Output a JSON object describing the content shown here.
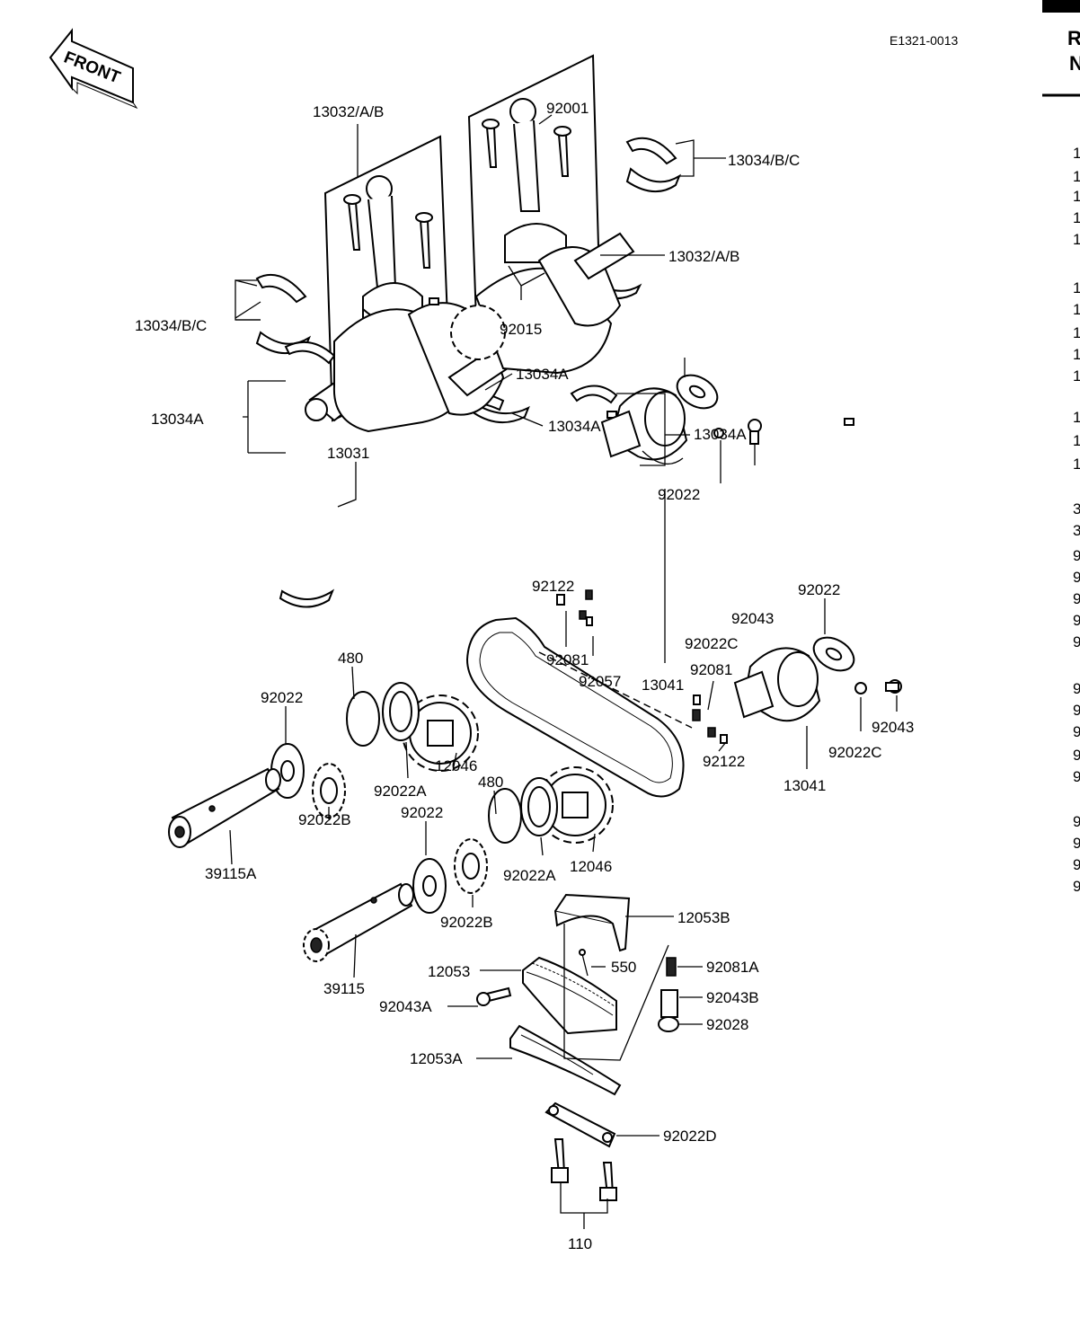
{
  "diagram": {
    "code": "E1321-0013",
    "front_label": "FRONT",
    "side_cut_text": [
      "R",
      "N"
    ],
    "side_cut_digits": [
      "1",
      "1",
      "1",
      "1",
      "1",
      "1",
      "1",
      "1",
      "1",
      "1",
      "1",
      "1",
      "1",
      "3",
      "3",
      "9",
      "9",
      "9",
      "9",
      "9",
      "9",
      "9",
      "9",
      "9",
      "9",
      "9",
      "9",
      "9",
      "9"
    ],
    "labels": [
      {
        "id": "l1",
        "text": "13032/A/B"
      },
      {
        "id": "l2",
        "text": "92001"
      },
      {
        "id": "l3",
        "text": "13034/B/C"
      },
      {
        "id": "l4",
        "text": "13032/A/B"
      },
      {
        "id": "l5",
        "text": "13034/B/C"
      },
      {
        "id": "l6",
        "text": "92015"
      },
      {
        "id": "l7",
        "text": "13034A"
      },
      {
        "id": "l8",
        "text": "13034A"
      },
      {
        "id": "l9",
        "text": "13031"
      },
      {
        "id": "l10",
        "text": "92022"
      },
      {
        "id": "l11",
        "text": "13034A"
      },
      {
        "id": "l12",
        "text": "13034A"
      },
      {
        "id": "l13",
        "text": "92122"
      },
      {
        "id": "l14",
        "text": "92022"
      },
      {
        "id": "l15",
        "text": "92043"
      },
      {
        "id": "l16",
        "text": "92022C"
      },
      {
        "id": "l17",
        "text": "480"
      },
      {
        "id": "l18",
        "text": "92081"
      },
      {
        "id": "l19",
        "text": "92057"
      },
      {
        "id": "l20",
        "text": "92081"
      },
      {
        "id": "l21",
        "text": "92022"
      },
      {
        "id": "l22",
        "text": "13041"
      },
      {
        "id": "l23",
        "text": "92043"
      },
      {
        "id": "l24",
        "text": "92022C"
      },
      {
        "id": "l25",
        "text": "92122"
      },
      {
        "id": "l26",
        "text": "12046"
      },
      {
        "id": "l27",
        "text": "92022A"
      },
      {
        "id": "l28",
        "text": "13041"
      },
      {
        "id": "l29",
        "text": "92022B"
      },
      {
        "id": "l30",
        "text": "480"
      },
      {
        "id": "l31",
        "text": "92022"
      },
      {
        "id": "l32",
        "text": "39115A"
      },
      {
        "id": "l33",
        "text": "92022A"
      },
      {
        "id": "l34",
        "text": "12046"
      },
      {
        "id": "l35",
        "text": "92022B"
      },
      {
        "id": "l36",
        "text": "12053B"
      },
      {
        "id": "l37",
        "text": "39115"
      },
      {
        "id": "l38",
        "text": "12053"
      },
      {
        "id": "l39",
        "text": "550"
      },
      {
        "id": "l40",
        "text": "92081A"
      },
      {
        "id": "l41",
        "text": "92043B"
      },
      {
        "id": "l42",
        "text": "92043A"
      },
      {
        "id": "l43",
        "text": "92028"
      },
      {
        "id": "l44",
        "text": "12053A"
      },
      {
        "id": "l45",
        "text": "92022D"
      },
      {
        "id": "l46",
        "text": "110"
      }
    ]
  }
}
